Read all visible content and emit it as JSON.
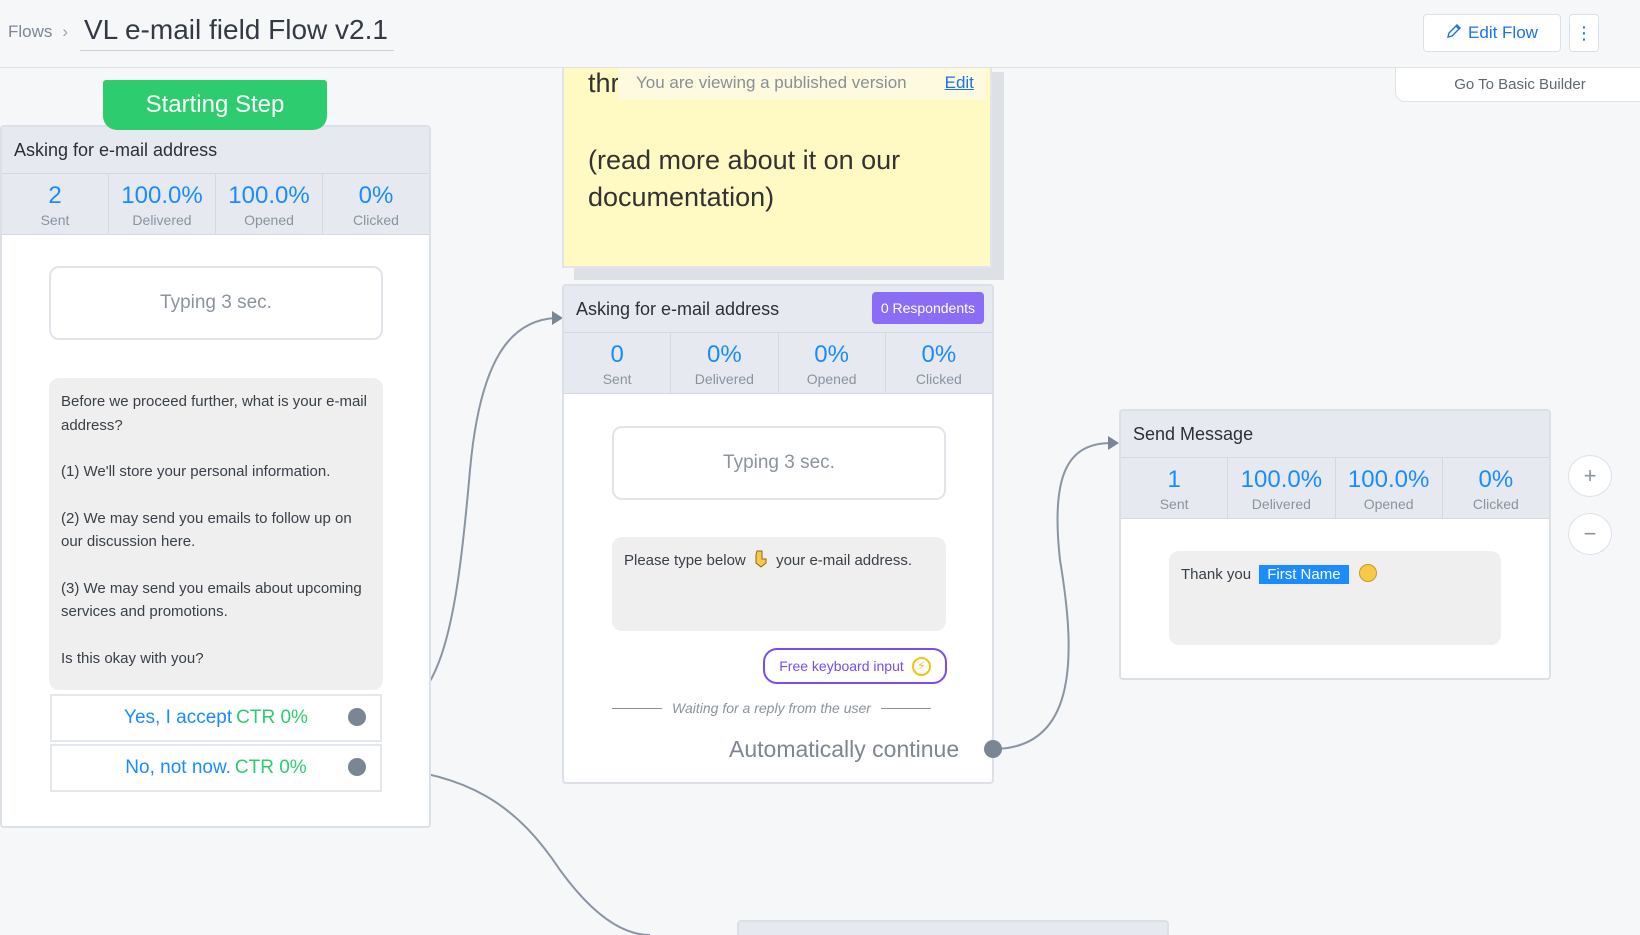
{
  "header": {
    "breadcrumb_root": "Flows",
    "breadcrumb_sep": "›",
    "title": "VL e-mail field Flow v2.1",
    "edit_flow_label": "Edit Flow",
    "more_label": "⋮",
    "basic_builder_label": "Go To Basic Builder"
  },
  "banner": {
    "text": "You are viewing a published version",
    "edit_label": "Edit"
  },
  "note": {
    "partial_text": "thr",
    "text": "(read more about it on our documentation)"
  },
  "starting_step": {
    "label": "Starting Step"
  },
  "step1": {
    "title": "Asking for e-mail address",
    "stats": [
      {
        "value": "2",
        "label": "Sent"
      },
      {
        "value": "100.0%",
        "label": "Delivered"
      },
      {
        "value": "100.0%",
        "label": "Opened"
      },
      {
        "value": "0%",
        "label": "Clicked"
      }
    ],
    "typing": "Typing 3 sec.",
    "message_lines": [
      "Before we proceed further, what is your e-mail address?",
      "",
      "(1) We'll store your personal information.",
      "",
      "(2) We may send you emails to follow up on our discussion here.",
      "",
      "(3) We may send you emails about upcoming services and promotions.",
      "",
      "Is this okay with you?"
    ],
    "buttons": [
      {
        "label": "Yes, I accept",
        "ctr": "CTR 0%"
      },
      {
        "label": "No, not now.",
        "ctr": "CTR 0%"
      }
    ]
  },
  "step2": {
    "title": "Asking for e-mail address",
    "respondents": "0 Respondents",
    "stats": [
      {
        "value": "0",
        "label": "Sent"
      },
      {
        "value": "0%",
        "label": "Delivered"
      },
      {
        "value": "0%",
        "label": "Opened"
      },
      {
        "value": "0%",
        "label": "Clicked"
      }
    ],
    "typing": "Typing 3 sec.",
    "message_before": "Please type below",
    "message_after": "your e-mail address.",
    "chip": "Free keyboard input",
    "waiting": "Waiting for a reply from the user",
    "auto": "Automatically continue"
  },
  "step3": {
    "title": "Send Message",
    "stats": [
      {
        "value": "1",
        "label": "Sent"
      },
      {
        "value": "100.0%",
        "label": "Delivered"
      },
      {
        "value": "100.0%",
        "label": "Opened"
      },
      {
        "value": "0%",
        "label": "Clicked"
      }
    ],
    "message": "Thank you",
    "variable": "First Name"
  },
  "zoom": {
    "in": "+",
    "out": "−"
  },
  "colors": {
    "accent": "#1a8cff",
    "green": "#2dcc6e",
    "purple": "#7a4cf0",
    "note": "#fff9c4"
  }
}
